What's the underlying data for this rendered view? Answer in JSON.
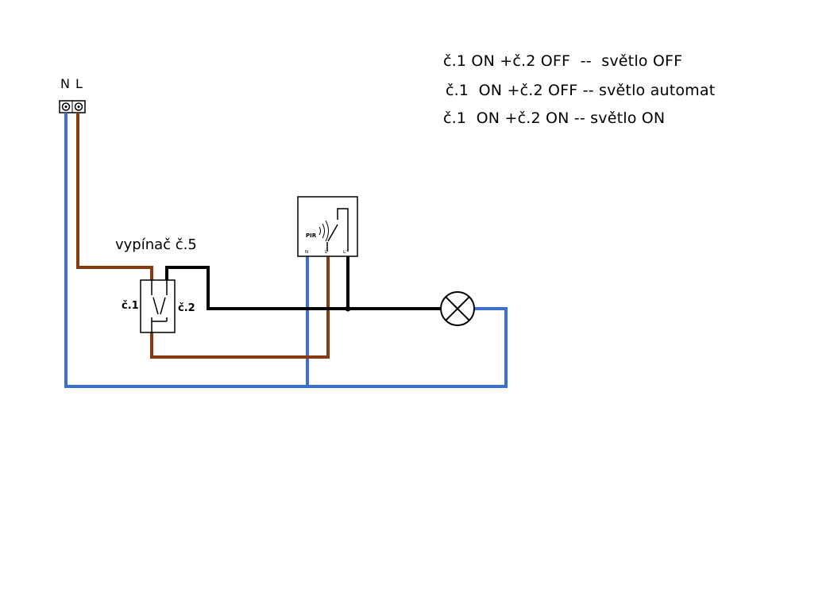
{
  "colors": {
    "neutral": "#3b6fd8",
    "live": "#8b3a0f",
    "switched": "#000000",
    "background": "#ffffff"
  },
  "terminal": {
    "label_n": "N",
    "label_l": "L"
  },
  "switch": {
    "title": "vypínač č.5",
    "left_label": "č.1",
    "right_label": "č.2"
  },
  "pir": {
    "label": "PIR",
    "terminal_n": "N",
    "terminal_l": "L",
    "terminal_lout": "L'"
  },
  "legend": [
    "č.1 ON +č.2 OFF  --  světlo OFF",
    "č.1  ON +č.2 OFF -- světlo automat",
    "č.1  ON +č.2 ON -- světlo ON"
  ]
}
